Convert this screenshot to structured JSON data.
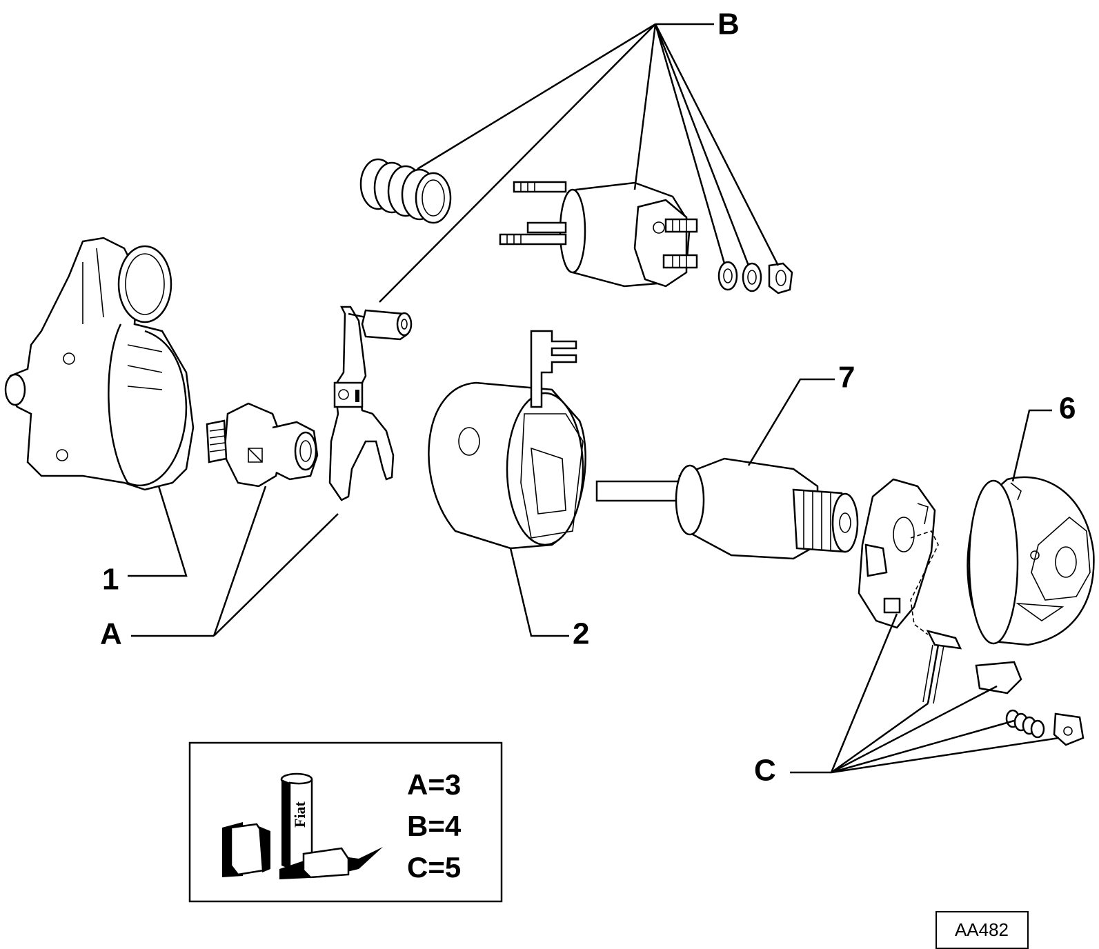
{
  "callouts": {
    "label_1": "1",
    "label_2": "2",
    "label_6": "6",
    "label_7": "7",
    "label_A": "A",
    "label_B": "B",
    "label_C": "C"
  },
  "legend": {
    "line_1": "A=3",
    "line_2": "B=4",
    "line_3": "C=5",
    "kit_brand": "Fiat"
  },
  "reference_code": "AA482",
  "colors": {
    "ink": "#000000",
    "paper": "#ffffff"
  }
}
